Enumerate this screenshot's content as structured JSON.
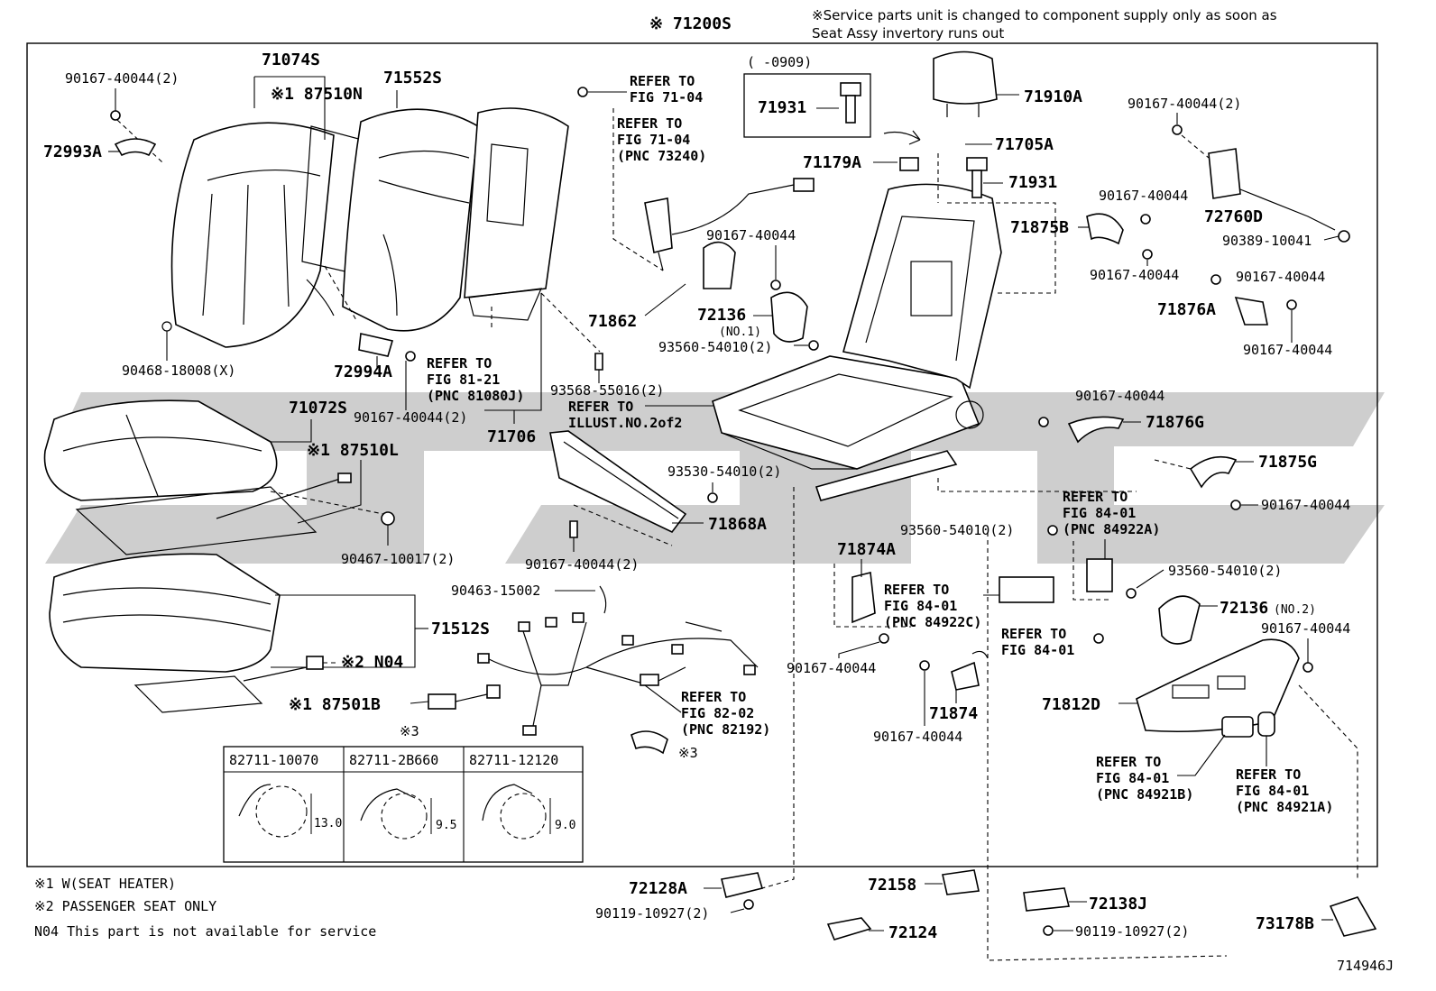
{
  "header": {
    "assembly": "※ 71200S",
    "service_note_line1": "※Service parts unit is changed to component supply only as soon as",
    "service_note_line2": "Seat Assy invertory runs out"
  },
  "inset": {
    "range": "(      -0909)",
    "part": "71931"
  },
  "parts": {
    "p71074S": "71074S",
    "p87510N": "※1 87510N",
    "p71552S": "71552S",
    "p90167_tl": "90167-40044(2)",
    "p72993A": "72993A",
    "p90468": "90468-18008(X)",
    "p72994A": "72994A",
    "p90167_mid": "90167-40044(2)",
    "p71706": "71706",
    "p71072S": "71072S",
    "p87510L": "※1 87510L",
    "p90467": "90467-10017(2)",
    "p71512S": "71512S",
    "pN04": "※2 N04",
    "p87501B": "※1 87501B",
    "p71910A": "71910A",
    "p71705A": "71705A",
    "p71179A": "71179A",
    "p71931b": "71931",
    "p90167_r1": "90167-40044(2)",
    "p72760D": "72760D",
    "p90389": "90389-10041",
    "p90167_r2": "90167-40044",
    "p71875B": "71875B",
    "p90167_r3": "90167-40044",
    "p90167_r4": "90167-40044",
    "p71876A": "71876A",
    "p90167_r5": "90167-40044",
    "p90167_c1": "90167-40044",
    "p71862": "71862",
    "p72136": "72136",
    "p72136_no1": "(NO.1)",
    "p93560_a": "93560-54010(2)",
    "p93568": "93568-55016(2)",
    "p90167_r6": "90167-40044",
    "p71876G": "71876G",
    "p71875G": "71875G",
    "p90167_r7": "90167-40044",
    "p93530": "93530-54010(2)",
    "p71868A": "71868A",
    "p90167_c2": "90167-40044(2)",
    "p90463": "90463-15002",
    "p93560_b": "93560-54010(2)",
    "p71874A": "71874A",
    "p93560_c": "93560-54010(2)",
    "p72136b": "72136",
    "p72136_no2": "(NO.2)",
    "p90167_r8": "90167-40044",
    "p90167_c3": "90167-40044",
    "p71874": "71874",
    "p90167_c4": "90167-40044",
    "p71812D": "71812D",
    "p72128A": "72128A",
    "p90119_a": "90119-10927(2)",
    "p72158": "72158",
    "p72138J": "72138J",
    "p90119_b": "90119-10927(2)",
    "p72124": "72124",
    "p73178B": "73178B",
    "clip_mark": "※3"
  },
  "refs": {
    "r1": [
      "REFER TO",
      "FIG 71-04"
    ],
    "r2": [
      "REFER TO",
      "FIG 71-04",
      "(PNC 73240)"
    ],
    "r3": [
      "REFER TO",
      "FIG 81-21",
      "(PNC 81080J)"
    ],
    "r4": [
      "REFER TO",
      "ILLUST.NO.2of2"
    ],
    "r5": [
      "REFER TO",
      "FIG 84-01",
      "(PNC 84922A)"
    ],
    "r6": [
      "REFER TO",
      "FIG 84-01",
      "(PNC 84922C)"
    ],
    "r7": [
      "REFER TO",
      "FIG 84-01"
    ],
    "r8": [
      "REFER TO",
      "FIG 82-02",
      "(PNC 82192)"
    ],
    "r9": [
      "REFER TO",
      "FIG 84-01",
      "(PNC 84921B)"
    ],
    "r10": [
      "REFER TO",
      "FIG 84-01",
      "(PNC 84921A)"
    ]
  },
  "clip_table": {
    "title": "※3",
    "columns": [
      "82711-10070",
      "82711-2B660",
      "82711-12120"
    ],
    "dims": [
      "13.0",
      "9.5",
      "9.0"
    ]
  },
  "legend": {
    "l1": "※1 W(SEAT HEATER)",
    "l2": "※2 PASSENGER SEAT ONLY",
    "l3": "N04  This part is not available for service"
  },
  "figure_id": "714946J"
}
